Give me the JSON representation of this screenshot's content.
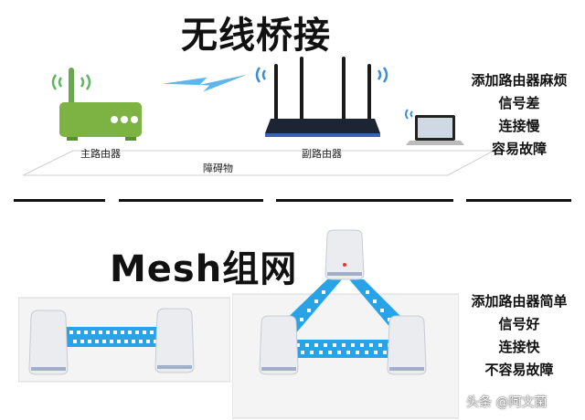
{
  "wireless_bridge": {
    "title": "无线桥接",
    "main_router_label": "主路由器",
    "obstacle_label": "障碍物",
    "sub_router_label": "副路由器",
    "drawbacks": [
      "添加路由器麻烦",
      "信号差",
      "连接慢",
      "容易故障"
    ]
  },
  "mesh": {
    "title": "Mesh组网",
    "advantages": [
      "添加路由器简单",
      "信号好",
      "连接快",
      "不容易故障"
    ]
  },
  "watermark": "头条 @阿文菌",
  "colors": {
    "router_green": "#7cb342",
    "router_dark": "#1d2433",
    "mesh_link_blue": "#29a3e8",
    "wifi_green": "#5cb85c",
    "wifi_blue": "#3b8fd9"
  }
}
